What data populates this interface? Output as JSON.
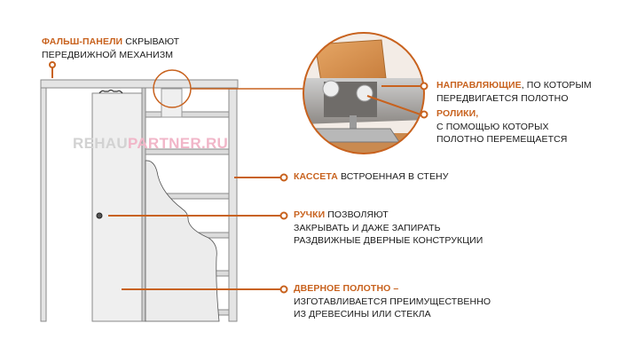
{
  "watermark": {
    "part1": "REHAU",
    "part2": "PARTNER.RU"
  },
  "labels": {
    "false_panels": {
      "accent": "ФАЛЬШ-ПАНЕЛИ",
      "text": " СКРЫВАЮТ",
      "line2": "ПЕРЕДВИЖНОЙ МЕХАНИЗМ"
    },
    "guides": {
      "accent": "НАПРАВЛЯЮЩИЕ",
      "text": ", ПО КОТОРЫМ",
      "line2": "ПЕРЕДВИГАЕТСЯ ПОЛОТНО"
    },
    "rollers": {
      "accent": "РОЛИКИ,",
      "line2": "С ПОМОЩЬЮ КОТОРЫХ",
      "line3": "ПОЛОТНО ПЕРЕМЕЩАЕТСЯ"
    },
    "cassette": {
      "accent": "КАССЕТА",
      "text": " ВСТРОЕННАЯ В СТЕНУ"
    },
    "handles": {
      "accent": "РУЧКИ",
      "text": " ПОЗВОЛЯЮТ",
      "line2": "ЗАКРЫВАТЬ И ДАЖЕ ЗАПИРАТЬ",
      "line3": "РАЗДВИЖНЫЕ ДВЕРНЫЕ КОНСТРУКЦИИ"
    },
    "door_leaf": {
      "accent": "ДВЕРНОЕ ПОЛОТНО –",
      "line2": "ИЗГОТАВЛИВАЕТСЯ ПРЕИМУЩЕСТВЕННО",
      "line3": "ИЗ ДРЕВЕСИНЫ ИЛИ СТЕКЛА"
    }
  },
  "colors": {
    "accent": "#c8621e",
    "text": "#1a1a1a",
    "frame": "#8a8a8a"
  }
}
